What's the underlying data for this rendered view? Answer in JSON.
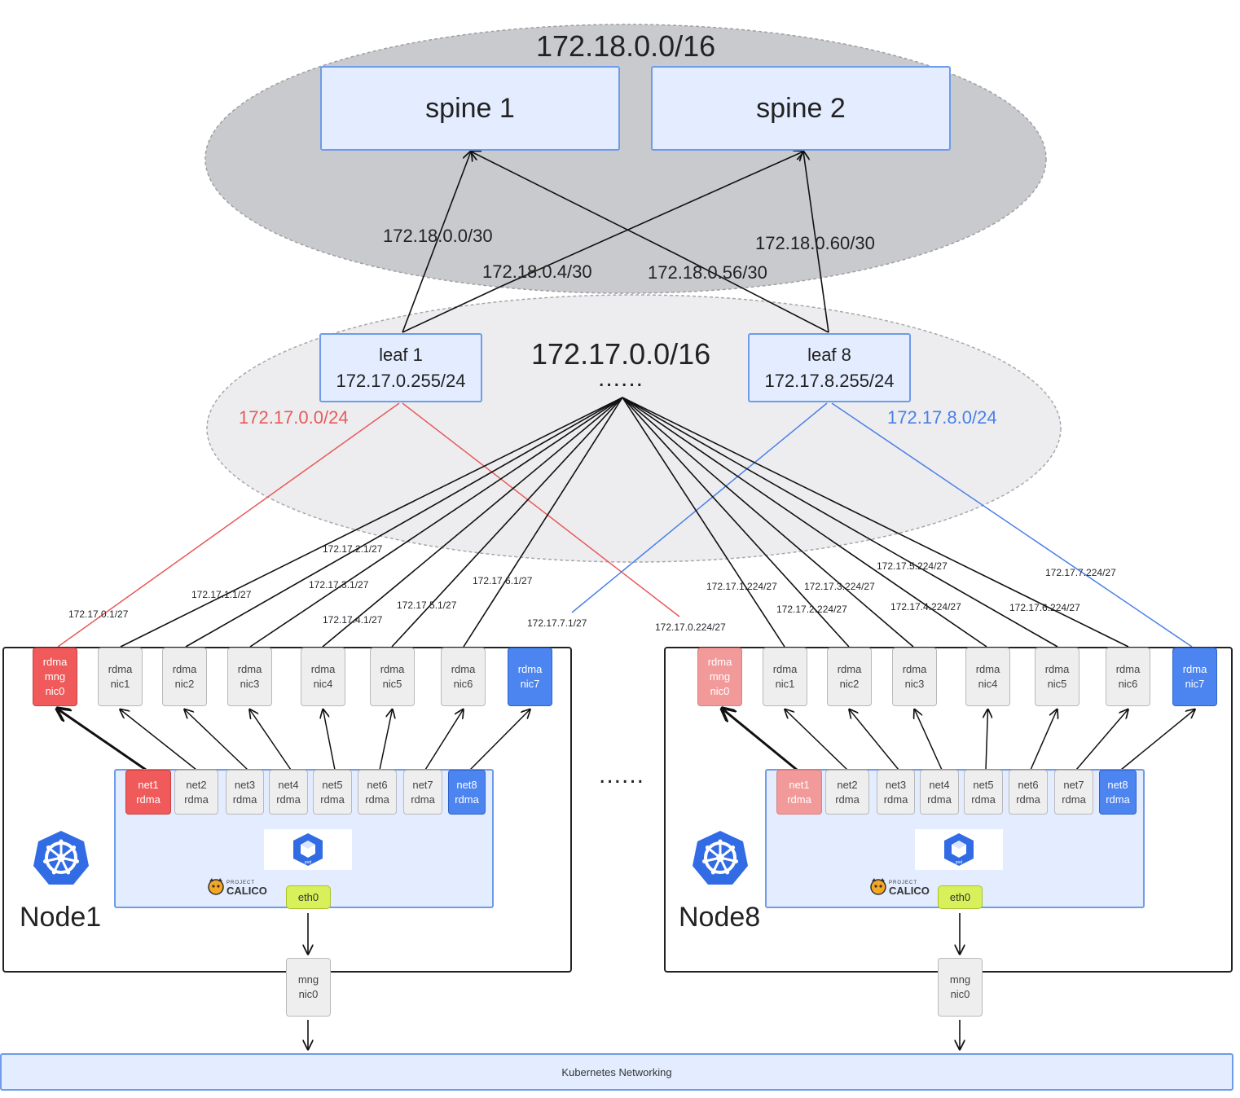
{
  "zones": {
    "spine_cidr": "172.18.0.0/16",
    "leaf_cidr": "172.17.0.0/16",
    "leaf_ellipsis": "......",
    "node_ellipsis": "......"
  },
  "spines": [
    {
      "label": "spine 1"
    },
    {
      "label": "spine 2"
    }
  ],
  "links_spine": [
    {
      "label": "172.18.0.0/30"
    },
    {
      "label": "172.18.0.4/30"
    },
    {
      "label": "172.18.0.56/30"
    },
    {
      "label": "172.18.0.60/30"
    }
  ],
  "leaves": [
    {
      "name": "leaf 1",
      "ip": "172.17.0.255/24",
      "subnet": "172.17.0.0/24",
      "color": "#e85a5a"
    },
    {
      "name": "leaf 8",
      "ip": "172.17.8.255/24",
      "subnet": "172.17.8.0/24",
      "color": "#4a80e8"
    }
  ],
  "subnet_labels_node1": [
    "172.17.0.1/27",
    "172.17.1.1/27",
    "172.17.2.1/27",
    "172.17.3.1/27",
    "172.17.4.1/27",
    "172.17.5.1/27",
    "172.17.6.1/27",
    "172.17.7.1/27"
  ],
  "subnet_labels_node8": [
    "172.17.0.224/27",
    "172.17.1.224/27",
    "172.17.2.224/27",
    "172.17.3.224/27",
    "172.17.4.224/27",
    "172.17.5.224/27",
    "172.17.6.224/27",
    "172.17.7.224/27"
  ],
  "nodes": [
    {
      "name": "Node1",
      "nics": [
        {
          "lines": [
            "rdma",
            "mng",
            "nic0"
          ],
          "style": "red"
        },
        {
          "lines": [
            "rdma",
            "nic1"
          ],
          "style": "grey"
        },
        {
          "lines": [
            "rdma",
            "nic2"
          ],
          "style": "grey"
        },
        {
          "lines": [
            "rdma",
            "nic3"
          ],
          "style": "grey"
        },
        {
          "lines": [
            "rdma",
            "nic4"
          ],
          "style": "grey"
        },
        {
          "lines": [
            "rdma",
            "nic5"
          ],
          "style": "grey"
        },
        {
          "lines": [
            "rdma",
            "nic6"
          ],
          "style": "grey"
        },
        {
          "lines": [
            "rdma",
            "nic7"
          ],
          "style": "blue"
        }
      ],
      "nets": [
        {
          "lines": [
            "net1",
            "rdma"
          ],
          "style": "red"
        },
        {
          "lines": [
            "net2",
            "rdma"
          ],
          "style": "grey"
        },
        {
          "lines": [
            "net3",
            "rdma"
          ],
          "style": "grey"
        },
        {
          "lines": [
            "net4",
            "rdma"
          ],
          "style": "grey"
        },
        {
          "lines": [
            "net5",
            "rdma"
          ],
          "style": "grey"
        },
        {
          "lines": [
            "net6",
            "rdma"
          ],
          "style": "grey"
        },
        {
          "lines": [
            "net7",
            "rdma"
          ],
          "style": "grey"
        },
        {
          "lines": [
            "net8",
            "rdma"
          ],
          "style": "blue"
        }
      ],
      "eth0": "eth0",
      "mng_nic": [
        "mng",
        "nic0"
      ],
      "pod_label": "pod",
      "calico_small": "PROJECT",
      "calico_label": "CALICO"
    },
    {
      "name": "Node8",
      "nics": [
        {
          "lines": [
            "rdma",
            "mng",
            "nic0"
          ],
          "style": "pink"
        },
        {
          "lines": [
            "rdma",
            "nic1"
          ],
          "style": "grey"
        },
        {
          "lines": [
            "rdma",
            "nic2"
          ],
          "style": "grey"
        },
        {
          "lines": [
            "rdma",
            "nic3"
          ],
          "style": "grey"
        },
        {
          "lines": [
            "rdma",
            "nic4"
          ],
          "style": "grey"
        },
        {
          "lines": [
            "rdma",
            "nic5"
          ],
          "style": "grey"
        },
        {
          "lines": [
            "rdma",
            "nic6"
          ],
          "style": "grey"
        },
        {
          "lines": [
            "rdma",
            "nic7"
          ],
          "style": "blue"
        }
      ],
      "nets": [
        {
          "lines": [
            "net1",
            "rdma"
          ],
          "style": "pink"
        },
        {
          "lines": [
            "net2",
            "rdma"
          ],
          "style": "grey"
        },
        {
          "lines": [
            "net3",
            "rdma"
          ],
          "style": "grey"
        },
        {
          "lines": [
            "net4",
            "rdma"
          ],
          "style": "grey"
        },
        {
          "lines": [
            "net5",
            "rdma"
          ],
          "style": "grey"
        },
        {
          "lines": [
            "net6",
            "rdma"
          ],
          "style": "grey"
        },
        {
          "lines": [
            "net7",
            "rdma"
          ],
          "style": "grey"
        },
        {
          "lines": [
            "net8",
            "rdma"
          ],
          "style": "blue"
        }
      ],
      "eth0": "eth0",
      "mng_nic": [
        "mng",
        "nic0"
      ],
      "pod_label": "pod",
      "calico_small": "PROJECT",
      "calico_label": "CALICO"
    }
  ],
  "bottom": {
    "label": "Kubernetes Networking"
  },
  "colors": {
    "red": "#e85a5a",
    "blue": "#4a80e8",
    "line": "#111111"
  }
}
